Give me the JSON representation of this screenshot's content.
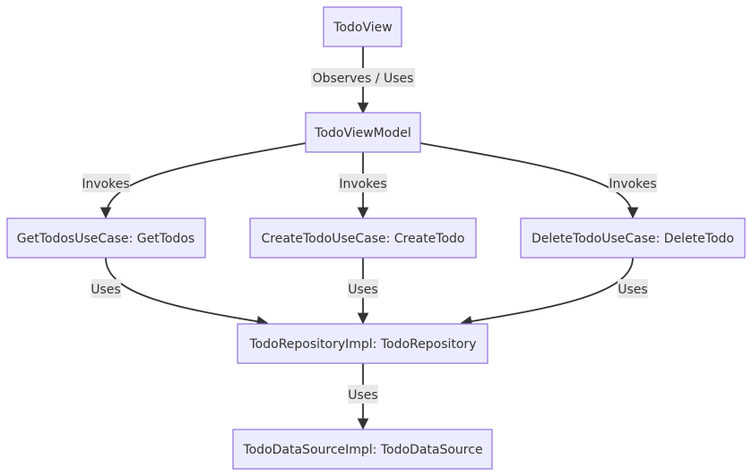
{
  "nodes": {
    "todo_view": "TodoView",
    "todo_view_model": "TodoViewModel",
    "get_todos": "GetTodosUseCase: GetTodos",
    "create_todo": "CreateTodoUseCase: CreateTodo",
    "delete_todo": "DeleteTodoUseCase: DeleteTodo",
    "repository": "TodoRepositoryImpl: TodoRepository",
    "data_source": "TodoDataSourceImpl: TodoDataSource"
  },
  "edges": {
    "view_to_viewmodel": "Observes / Uses",
    "viewmodel_to_get": "Invokes",
    "viewmodel_to_create": "Invokes",
    "viewmodel_to_delete": "Invokes",
    "get_to_repo": "Uses",
    "create_to_repo": "Uses",
    "delete_to_repo": "Uses",
    "repo_to_datasource": "Uses"
  },
  "colors": {
    "node_fill": "#ececff",
    "node_stroke": "#9370db",
    "edge": "#333333",
    "label_bg": "#e8e8e8"
  }
}
